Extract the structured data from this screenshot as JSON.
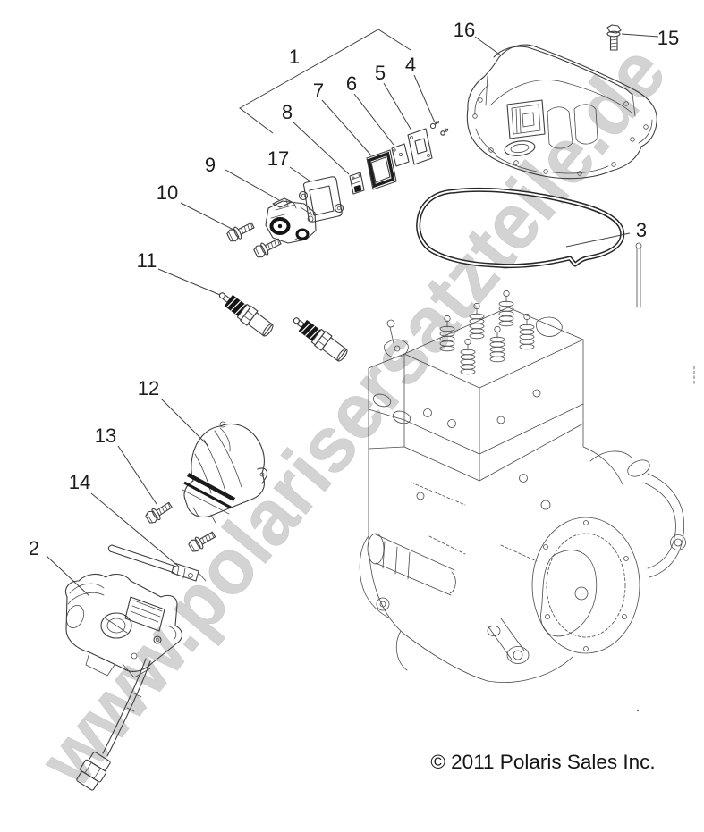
{
  "diagram": {
    "watermark_text": "www.polarisersatzteile.de",
    "copyright_text": "© 2011 Polaris Sales Inc.",
    "colors": {
      "line_art": "#3c3c3c",
      "dark_fill": "#161616",
      "watermark": "#d3d3d3",
      "label_text": "#1c1c1c",
      "background": "#ffffff"
    },
    "callouts": [
      {
        "label": "1"
      },
      {
        "label": "2"
      },
      {
        "label": "3"
      },
      {
        "label": "4"
      },
      {
        "label": "5"
      },
      {
        "label": "6"
      },
      {
        "label": "7"
      },
      {
        "label": "8"
      },
      {
        "label": "9"
      },
      {
        "label": "10"
      },
      {
        "label": "11"
      },
      {
        "label": "12"
      },
      {
        "label": "13"
      },
      {
        "label": "14"
      },
      {
        "label": "15"
      },
      {
        "label": "16"
      },
      {
        "label": "17"
      }
    ]
  }
}
